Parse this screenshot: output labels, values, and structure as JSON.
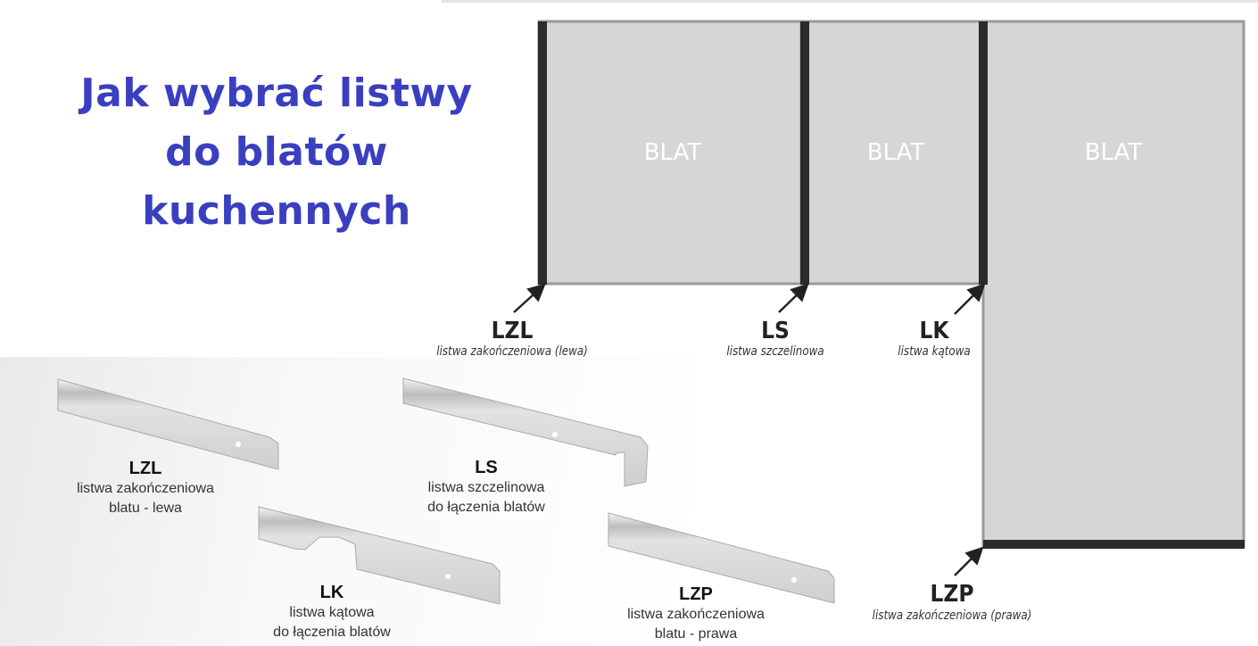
{
  "title": {
    "line1": "Jak wybrać listwy",
    "line2": "do blatów",
    "line3": "kuchennych"
  },
  "diagram": {
    "blats": [
      "BLAT",
      "BLAT",
      "BLAT"
    ],
    "labels": [
      {
        "code": "LZL",
        "desc": "listwa zakończeniowa (lewa)"
      },
      {
        "code": "LS",
        "desc": "listwa szczelinowa"
      },
      {
        "code": "LK",
        "desc": "listwa kątowa"
      },
      {
        "code": "LZP",
        "desc": "listwa zakończeniowa (prawa)"
      }
    ],
    "colors": {
      "blat": "#d6d6d6",
      "strip": "#2b2b2b",
      "border": "#9a9a9a"
    }
  },
  "products": [
    {
      "code": "LZL",
      "line1": "listwa zakończeniowa",
      "line2": "blatu - lewa"
    },
    {
      "code": "LS",
      "line1": "listwa szczelinowa",
      "line2": "do łączenia blatów"
    },
    {
      "code": "LK",
      "line1": "listwa kątowa",
      "line2": "do łączenia blatów"
    },
    {
      "code": "LZP",
      "line1": "listwa zakończeniowa",
      "line2": "blatu - prawa"
    }
  ],
  "accent": "#3a3fc0"
}
